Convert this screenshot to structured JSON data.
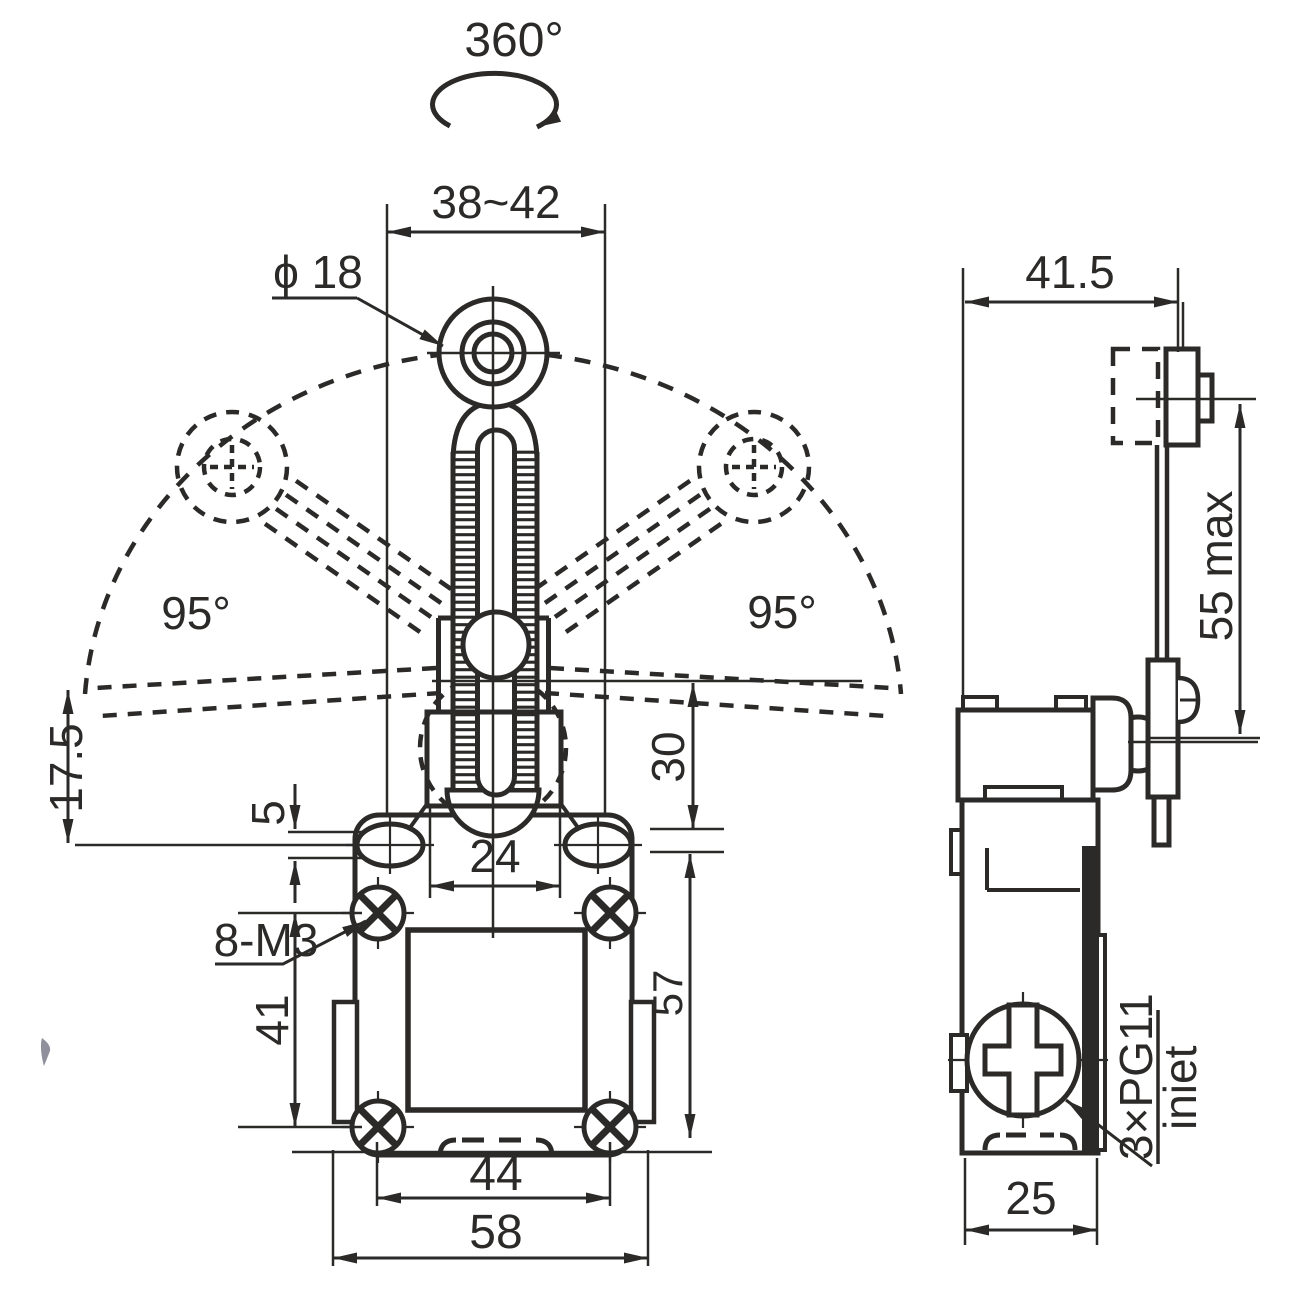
{
  "drawing": {
    "background": "#ffffff",
    "ink_color": "#2b2a29",
    "front_view": {
      "rotation_label": "360°",
      "lever_length_range": "38~42",
      "roller_diameter": "ϕ 18",
      "swing_left": "95°",
      "swing_right": "95°",
      "overtravel": "17.5",
      "plate_thickness": "5",
      "clamp_width": "24",
      "lever_offset": "30",
      "mounting_thread": "8-M3",
      "hole_spacing_v": "41",
      "body_height": "57",
      "hole_spacing_h": "44",
      "body_width": "58"
    },
    "side_view": {
      "depth_with_lever": "41.5",
      "lever_reach": "55 max",
      "conduit": "3×PG11",
      "conduit_note": "iniet",
      "body_depth": "25"
    }
  }
}
